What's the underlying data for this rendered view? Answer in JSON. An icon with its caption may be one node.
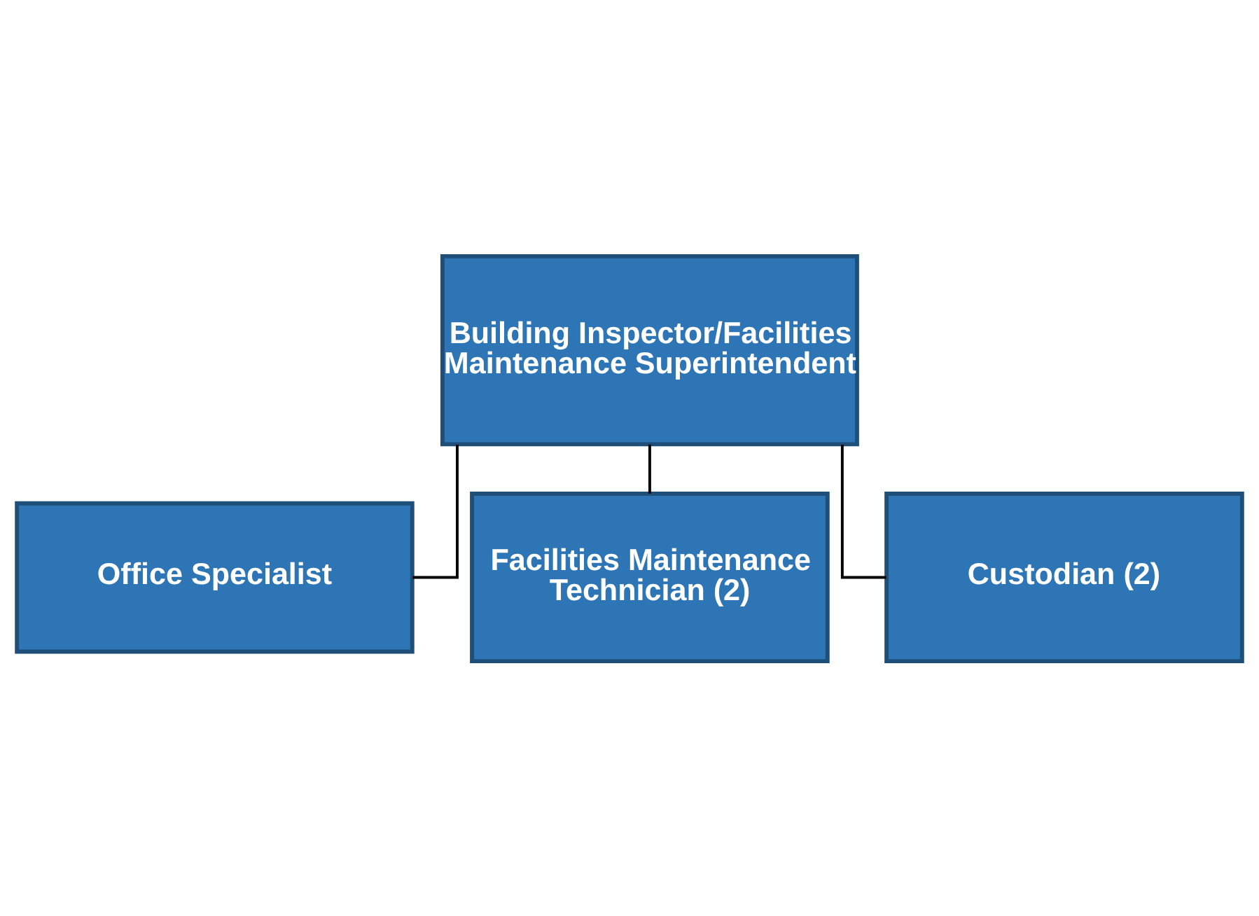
{
  "diagram": {
    "nodes": [
      {
        "text": [
          "Building Inspector/Facilities Maintenance Superintendent"
        ]
      },
      {
        "text": [
          "Office Specialist"
        ]
      },
      {
        "text": [
          "Facilities Maintenance Technician (2)"
        ]
      },
      {
        "text": [
          "Custodian (2)"
        ]
      }
    ],
    "edges": [
      {
        "from": 0,
        "to": 1,
        "arrow": "none"
      },
      {
        "from": 0,
        "to": 2,
        "arrow": "none"
      },
      {
        "from": 0,
        "to": 3,
        "arrow": "none"
      }
    ]
  }
}
